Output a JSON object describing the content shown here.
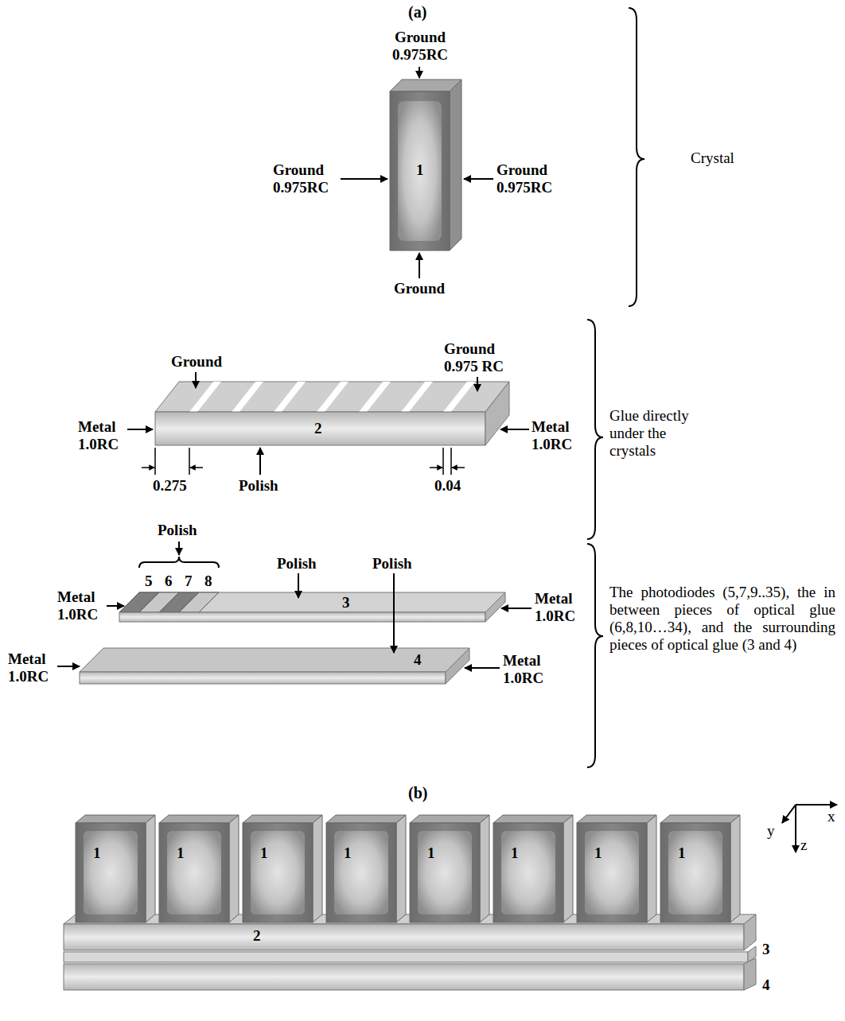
{
  "diagram": {
    "labels": [
      "(a)",
      "Ground 0.975RC",
      "Crystal",
      "Ground 0.975RC",
      "1",
      "Ground 0.975RC",
      "Ground",
      "Ground",
      "Ground 0.975 RC",
      "Metal 1.0RC",
      "2",
      "Metal 1.0RC",
      "Glue directly under the crystals",
      "0.275",
      "Polish",
      "0.04",
      "Polish",
      "Polish",
      "Polish",
      "The photodiodes (5,7,9..35), the in between pieces of optical glue (6,8,10…34), and the surrounding pieces of optical glue (3 and 4)",
      "Metal 1.0RC",
      "5",
      "6",
      "7",
      "8",
      "3",
      "Metal 1.0RC",
      "Metal 1.0RC",
      "4",
      "Metal 1.0RC",
      "(b)",
      "1",
      "1",
      "1",
      "1",
      "1",
      "1",
      "1",
      "1",
      "x",
      "y",
      "z",
      "2",
      "3",
      "4"
    ]
  }
}
